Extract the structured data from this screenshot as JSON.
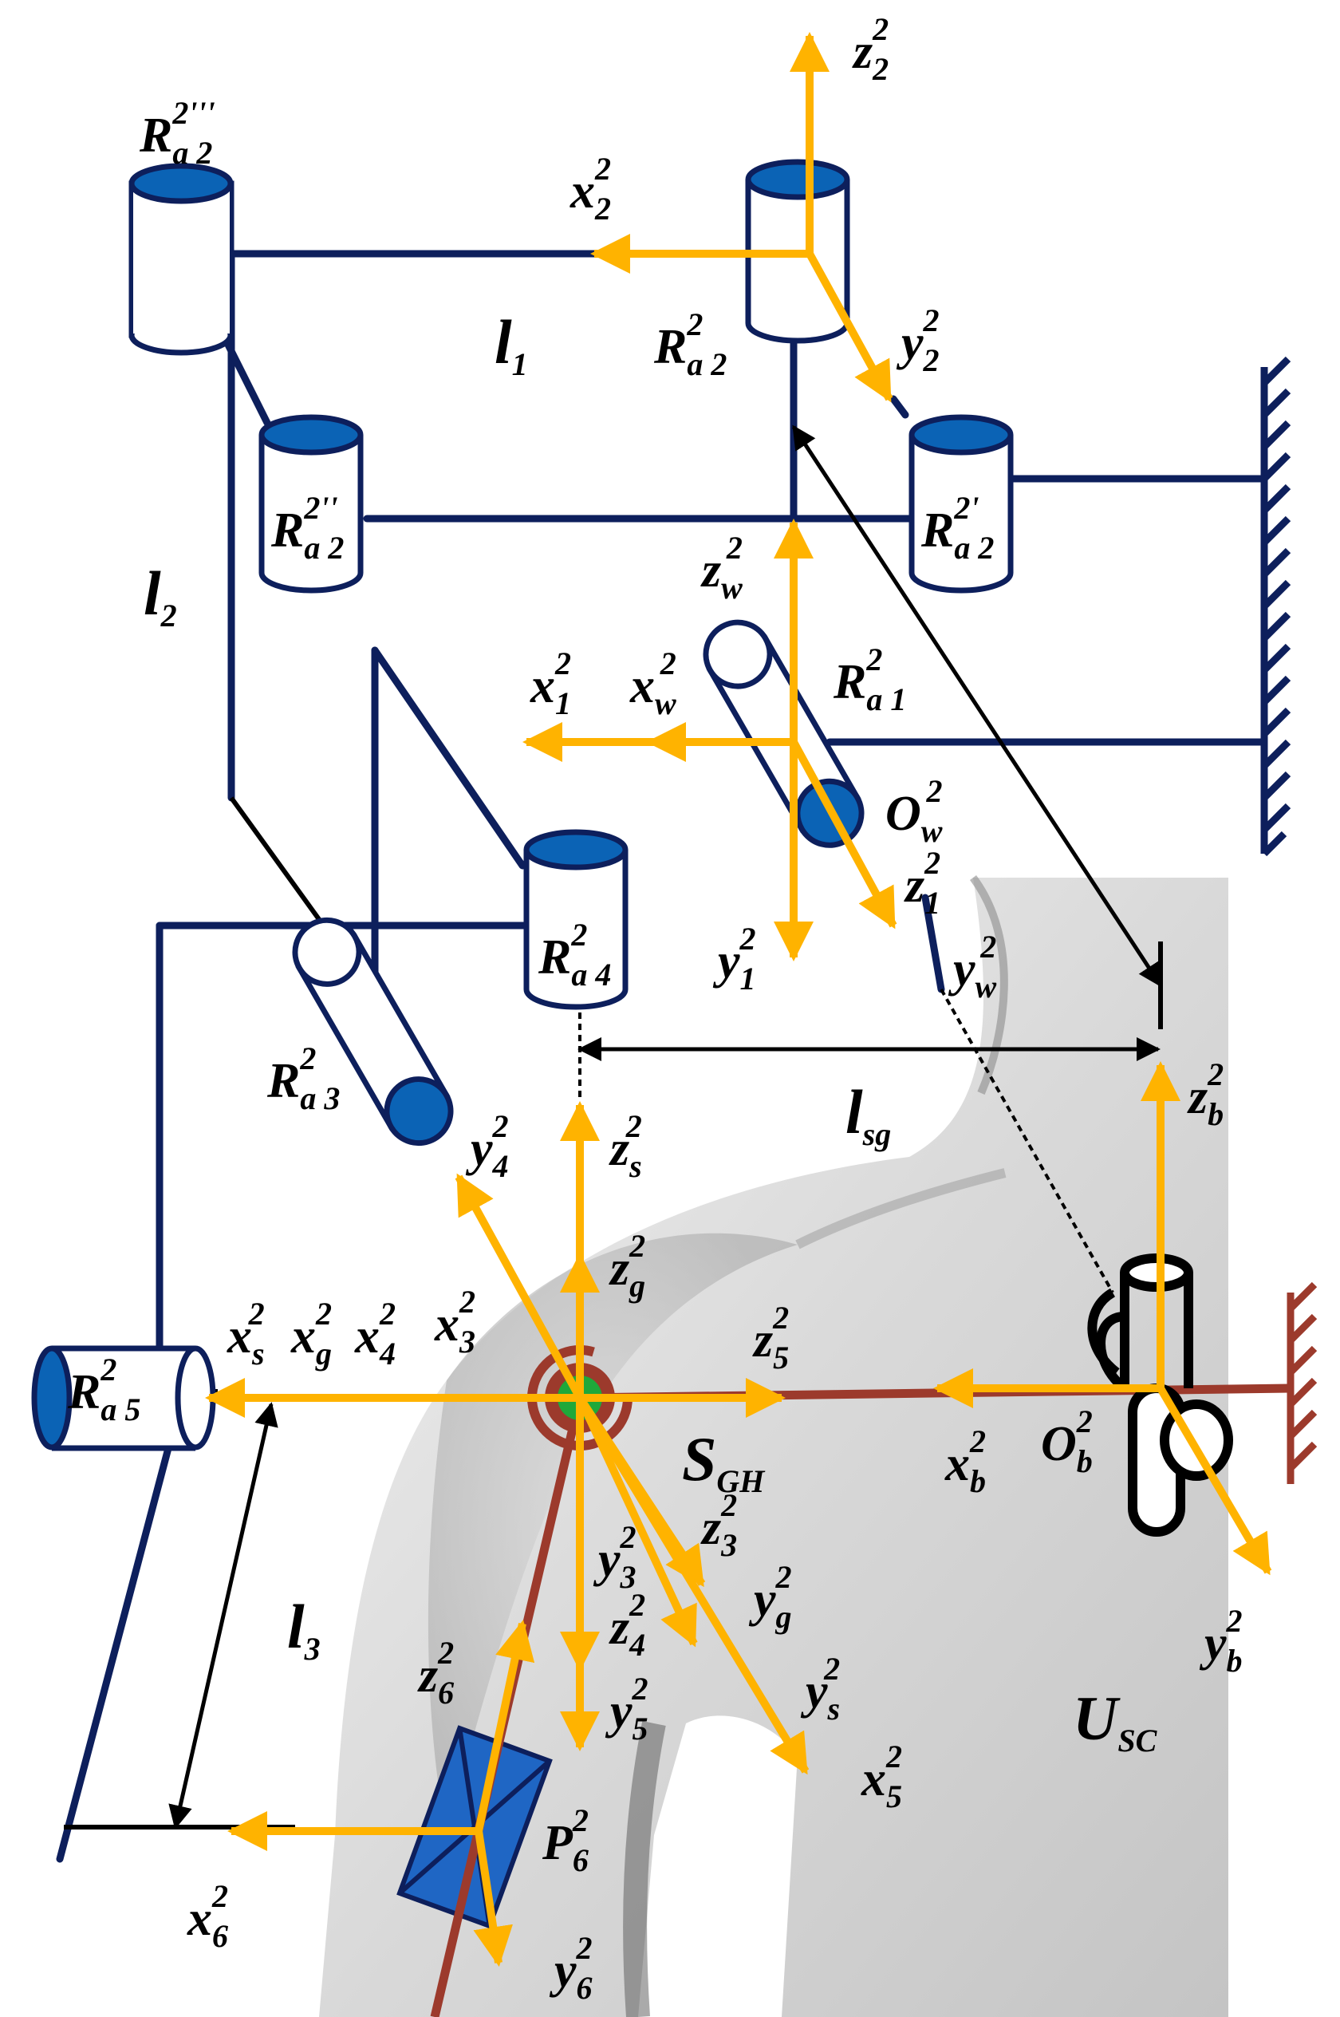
{
  "colors": {
    "link": "#0d1f5c",
    "joint_fill": "#0b63b5",
    "axis": "#ffb300",
    "bone": "#9c3a2c",
    "marker": "#1fa83a",
    "text": "#000000"
  },
  "labels": {
    "z2": {
      "base": "z",
      "sub": "2",
      "sup": "2"
    },
    "x2": {
      "base": "x",
      "sub": "2",
      "sup": "2"
    },
    "y2": {
      "base": "y",
      "sub": "2",
      "sup": "2"
    },
    "Ra2": {
      "base": "R",
      "sub": "a 2",
      "sup": "2"
    },
    "Ra2_3p": {
      "base": "R",
      "sub": "a 2",
      "sup": "2'''"
    },
    "Ra2_2p": {
      "base": "R",
      "sub": "a 2",
      "sup": "2''"
    },
    "Ra2_1p": {
      "base": "R",
      "sub": "a 2",
      "sup": "2'"
    },
    "l1": {
      "base": "l",
      "sub": "1"
    },
    "l2": {
      "base": "l",
      "sub": "2"
    },
    "l3": {
      "base": "l",
      "sub": "3"
    },
    "lsg": {
      "base": "l",
      "sub": "sg"
    },
    "zw": {
      "base": "z",
      "sub": "w",
      "sup": "2"
    },
    "x1": {
      "base": "x",
      "sub": "1",
      "sup": "2"
    },
    "xw": {
      "base": "x",
      "sub": "w",
      "sup": "2"
    },
    "Ra1": {
      "base": "R",
      "sub": "a 1",
      "sup": "2"
    },
    "Ow": {
      "base": "O",
      "sub": "w",
      "sup": "2"
    },
    "z1": {
      "base": "z",
      "sub": "1",
      "sup": "2"
    },
    "yw": {
      "base": "y",
      "sub": "w",
      "sup": "2"
    },
    "y1": {
      "base": "y",
      "sub": "1",
      "sup": "2"
    },
    "Ra4": {
      "base": "R",
      "sub": "a 4",
      "sup": "2"
    },
    "Ra3": {
      "base": "R",
      "sub": "a 3",
      "sup": "2"
    },
    "y4": {
      "base": "y",
      "sub": "4",
      "sup": "2"
    },
    "zs": {
      "base": "z",
      "sub": "s",
      "sup": "2"
    },
    "zb": {
      "base": "z",
      "sub": "b",
      "sup": "2"
    },
    "zg": {
      "base": "z",
      "sub": "g",
      "sup": "2"
    },
    "xs": {
      "base": "x",
      "sub": "s",
      "sup": "2"
    },
    "xg": {
      "base": "x",
      "sub": "g",
      "sup": "2"
    },
    "x4": {
      "base": "x",
      "sub": "4",
      "sup": "2"
    },
    "x3": {
      "base": "x",
      "sub": "3",
      "sup": "2"
    },
    "Ra5": {
      "base": "R",
      "sub": "a 5",
      "sup": "2"
    },
    "z5": {
      "base": "z",
      "sub": "5",
      "sup": "2"
    },
    "SGH": {
      "base": "S",
      "sub": "GH"
    },
    "xb": {
      "base": "x",
      "sub": "b",
      "sup": "2"
    },
    "Ob": {
      "base": "O",
      "sub": "b",
      "sup": "2"
    },
    "y3": {
      "base": "y",
      "sub": "3",
      "sup": "2"
    },
    "z3": {
      "base": "z",
      "sub": "3",
      "sup": "2"
    },
    "yg": {
      "base": "y",
      "sub": "g",
      "sup": "2"
    },
    "z4": {
      "base": "z",
      "sub": "4",
      "sup": "2"
    },
    "yb": {
      "base": "y",
      "sub": "b",
      "sup": "2"
    },
    "z6": {
      "base": "z",
      "sub": "6",
      "sup": "2"
    },
    "ys": {
      "base": "y",
      "sub": "s",
      "sup": "2"
    },
    "y5": {
      "base": "y",
      "sub": "5",
      "sup": "2"
    },
    "USC": {
      "base": "U",
      "sub": "SC"
    },
    "x5": {
      "base": "x",
      "sub": "5",
      "sup": "2"
    },
    "P6": {
      "base": "P",
      "sub": "6",
      "sup": "2"
    },
    "x6": {
      "base": "x",
      "sub": "6",
      "sup": "2"
    },
    "y6": {
      "base": "y",
      "sub": "6",
      "sup": "2"
    }
  }
}
